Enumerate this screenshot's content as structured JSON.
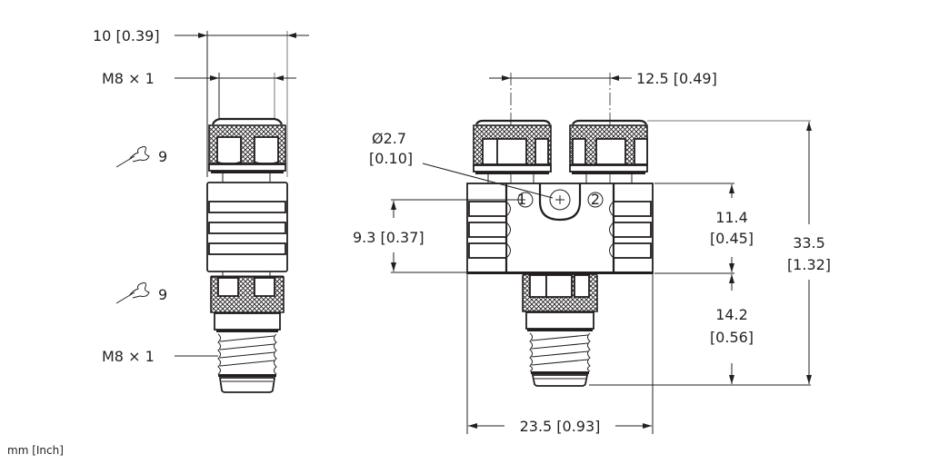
{
  "drawing": {
    "units_note": "mm [Inch]",
    "left_view": {
      "overall_width": "10 [0.39]",
      "top_thread": "M8 × 1",
      "top_wrench_size": "9",
      "bottom_wrench_size": "9",
      "bottom_thread": "M8 × 1"
    },
    "right_view": {
      "port_spacing": "12.5 [0.49]",
      "hole_diameter_mm": "Ø2.7",
      "hole_diameter_in": "[0.10]",
      "port_1_label": "1",
      "port_2_label": "2",
      "hole_offset": "9.3 [0.37]",
      "body_height_mm": "11.4",
      "body_height_in": "[0.45]",
      "stem_height_mm": "14.2",
      "stem_height_in": "[0.56]",
      "overall_height_mm": "33.5",
      "overall_height_in": "[1.32]",
      "overall_width": "23.5 [0.93]"
    }
  },
  "colors": {
    "line": "#231f20",
    "background": "#ffffff"
  }
}
